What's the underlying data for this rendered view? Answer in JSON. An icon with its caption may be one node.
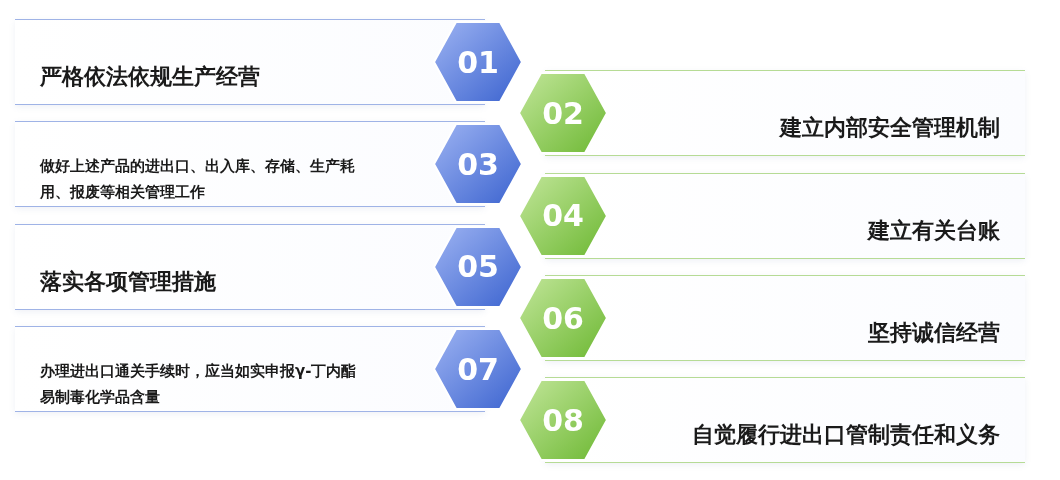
{
  "diagram": {
    "nodes": [
      {
        "text": [
          "严格依法依规生产经营"
        ]
      },
      {
        "text": [
          "01"
        ]
      },
      {
        "text": [
          "02"
        ]
      },
      {
        "text": [
          "建立内部安全管理机制"
        ]
      },
      {
        "text": [
          "做好上述产品的进出口、出入库、存储、生产耗用、报废等相关管理工作"
        ]
      },
      {
        "text": [
          "03"
        ]
      },
      {
        "text": [
          "04"
        ]
      },
      {
        "text": [
          "建立有关台账"
        ]
      },
      {
        "text": [
          "落实各项管理措施"
        ]
      },
      {
        "text": [
          "05"
        ]
      },
      {
        "text": [
          "06"
        ]
      },
      {
        "text": [
          "坚持诚信经营"
        ]
      },
      {
        "text": [
          "办理进出口通关手续时，应当如实申报γ-丁内酯易制毒化学品含量"
        ]
      },
      {
        "text": [
          "07"
        ]
      },
      {
        "text": [
          "08"
        ]
      },
      {
        "text": [
          "自觉履行进出口管制责任和义务"
        ]
      }
    ]
  }
}
